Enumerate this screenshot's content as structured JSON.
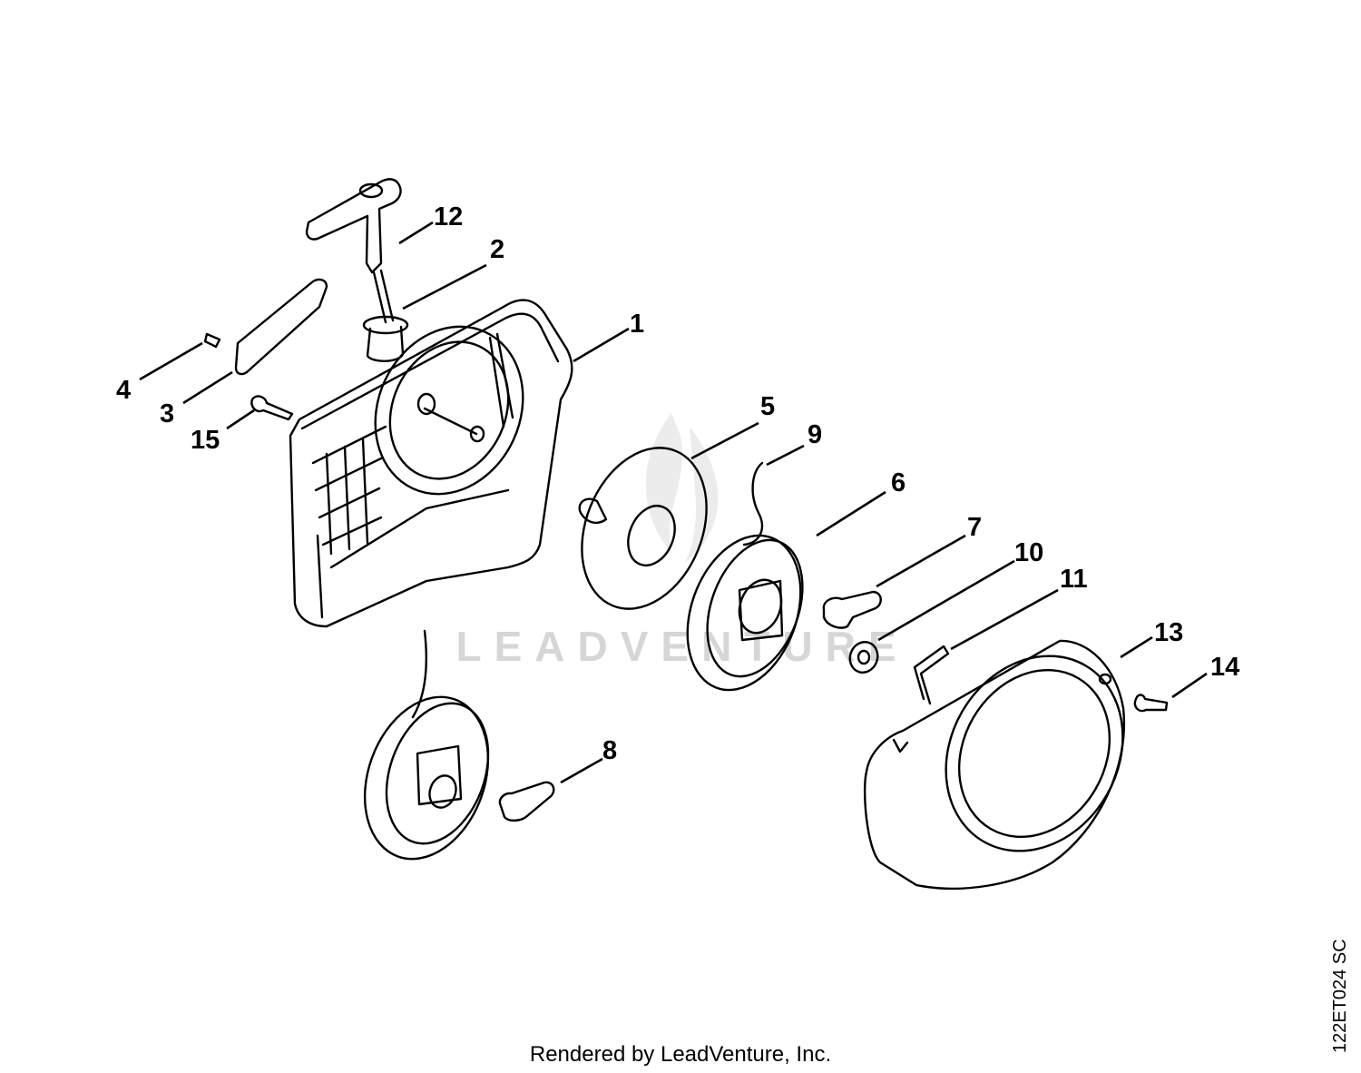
{
  "watermark": {
    "text": "LEADVENTURE"
  },
  "parts": [
    {
      "label": "1"
    },
    {
      "label": "2"
    },
    {
      "label": "3"
    },
    {
      "label": "4"
    },
    {
      "label": "5"
    },
    {
      "label": "6"
    },
    {
      "label": "7"
    },
    {
      "label": "8"
    },
    {
      "label": "9"
    },
    {
      "label": "10"
    },
    {
      "label": "11"
    },
    {
      "label": "12"
    },
    {
      "label": "13"
    },
    {
      "label": "14"
    },
    {
      "label": "15"
    }
  ],
  "footer": {
    "credit": "Rendered by LeadVenture, Inc."
  },
  "drawing_code": "122ET024 SC"
}
